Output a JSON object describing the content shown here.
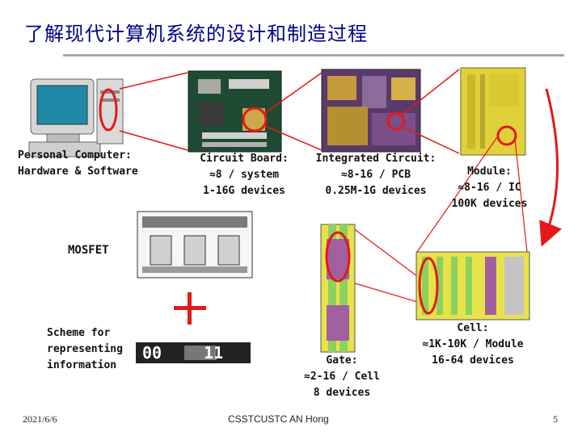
{
  "title": "了解现代计算机系统的设计和制造过程",
  "labels": {
    "pc": [
      "Personal Computer:",
      "Hardware & Software"
    ],
    "circuit_board": [
      "Circuit Board:",
      "≈8 / system",
      "1-16G devices"
    ],
    "integrated_circuit": [
      "Integrated Circuit:",
      "≈8-16 / PCB",
      "0.25M-1G devices"
    ],
    "module": [
      "Module:",
      "≈8-16 / IC",
      "100K devices"
    ],
    "mosfet": "MOSFET",
    "scheme": [
      "Scheme for",
      "representing",
      "information"
    ],
    "gate": [
      "Gate:",
      "≈2-16 / Cell",
      "8 devices"
    ],
    "cell": [
      "Cell:",
      "≈1K-10K / Module",
      "16-64 devices"
    ]
  },
  "binary_digits": [
    "0",
    "0",
    "1",
    "1"
  ],
  "footer": {
    "date": "2021/6/6",
    "center": "CSSTCUSTC AN Hong",
    "page": "5"
  },
  "colors": {
    "title": "#00008b",
    "highlight": "#e51818",
    "arrow": "#e51818"
  },
  "icons": [
    "computer-icon",
    "circuit-board-image",
    "ic-die-image",
    "module-layout-image",
    "mosfet-diagram",
    "gate-layout-image",
    "cell-layout-image",
    "plus-icon",
    "binary-strip"
  ]
}
